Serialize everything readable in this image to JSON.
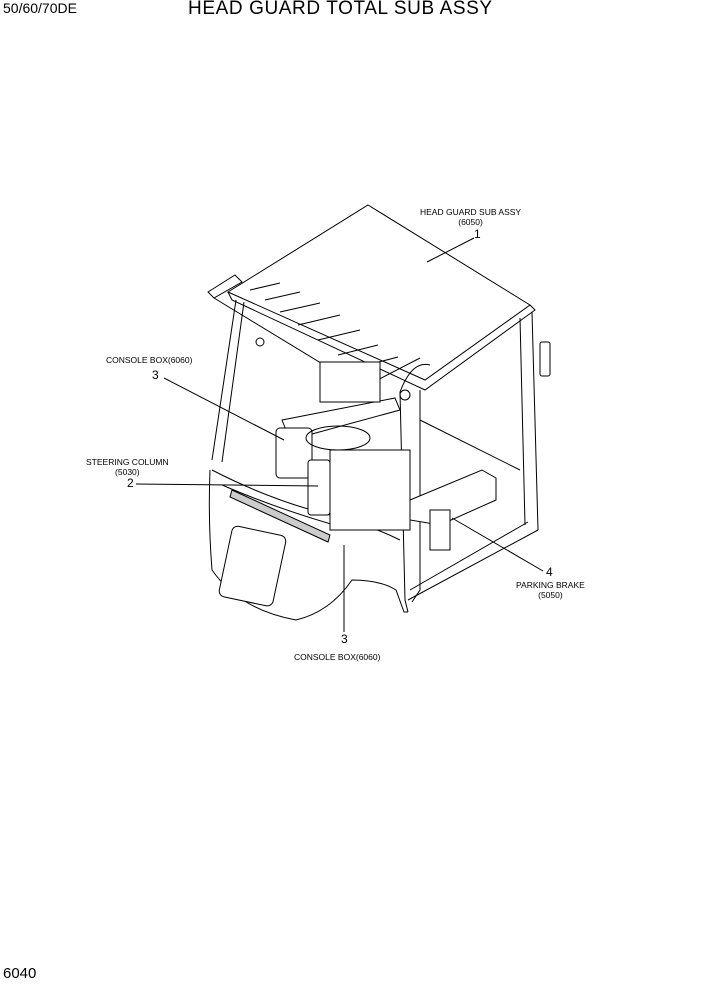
{
  "header": {
    "model": "50/60/70DE",
    "title": "HEAD GUARD TOTAL SUB ASSY"
  },
  "footer": {
    "page_number": "6040"
  },
  "callouts": [
    {
      "id": "head-guard",
      "name": "HEAD GUARD SUB ASSY",
      "code": "(6050)",
      "number": "1"
    },
    {
      "id": "console-upper",
      "name": "CONSOLE BOX(6060)",
      "number": "3"
    },
    {
      "id": "steering",
      "name": "STEERING COLUMN",
      "code": "(5030)",
      "number": "2"
    },
    {
      "id": "parking",
      "name": "PARKING BRAKE",
      "code": "(5050)",
      "number": "4"
    },
    {
      "id": "console-lower",
      "name": "CONSOLE BOX(6060)",
      "number": "3"
    }
  ]
}
